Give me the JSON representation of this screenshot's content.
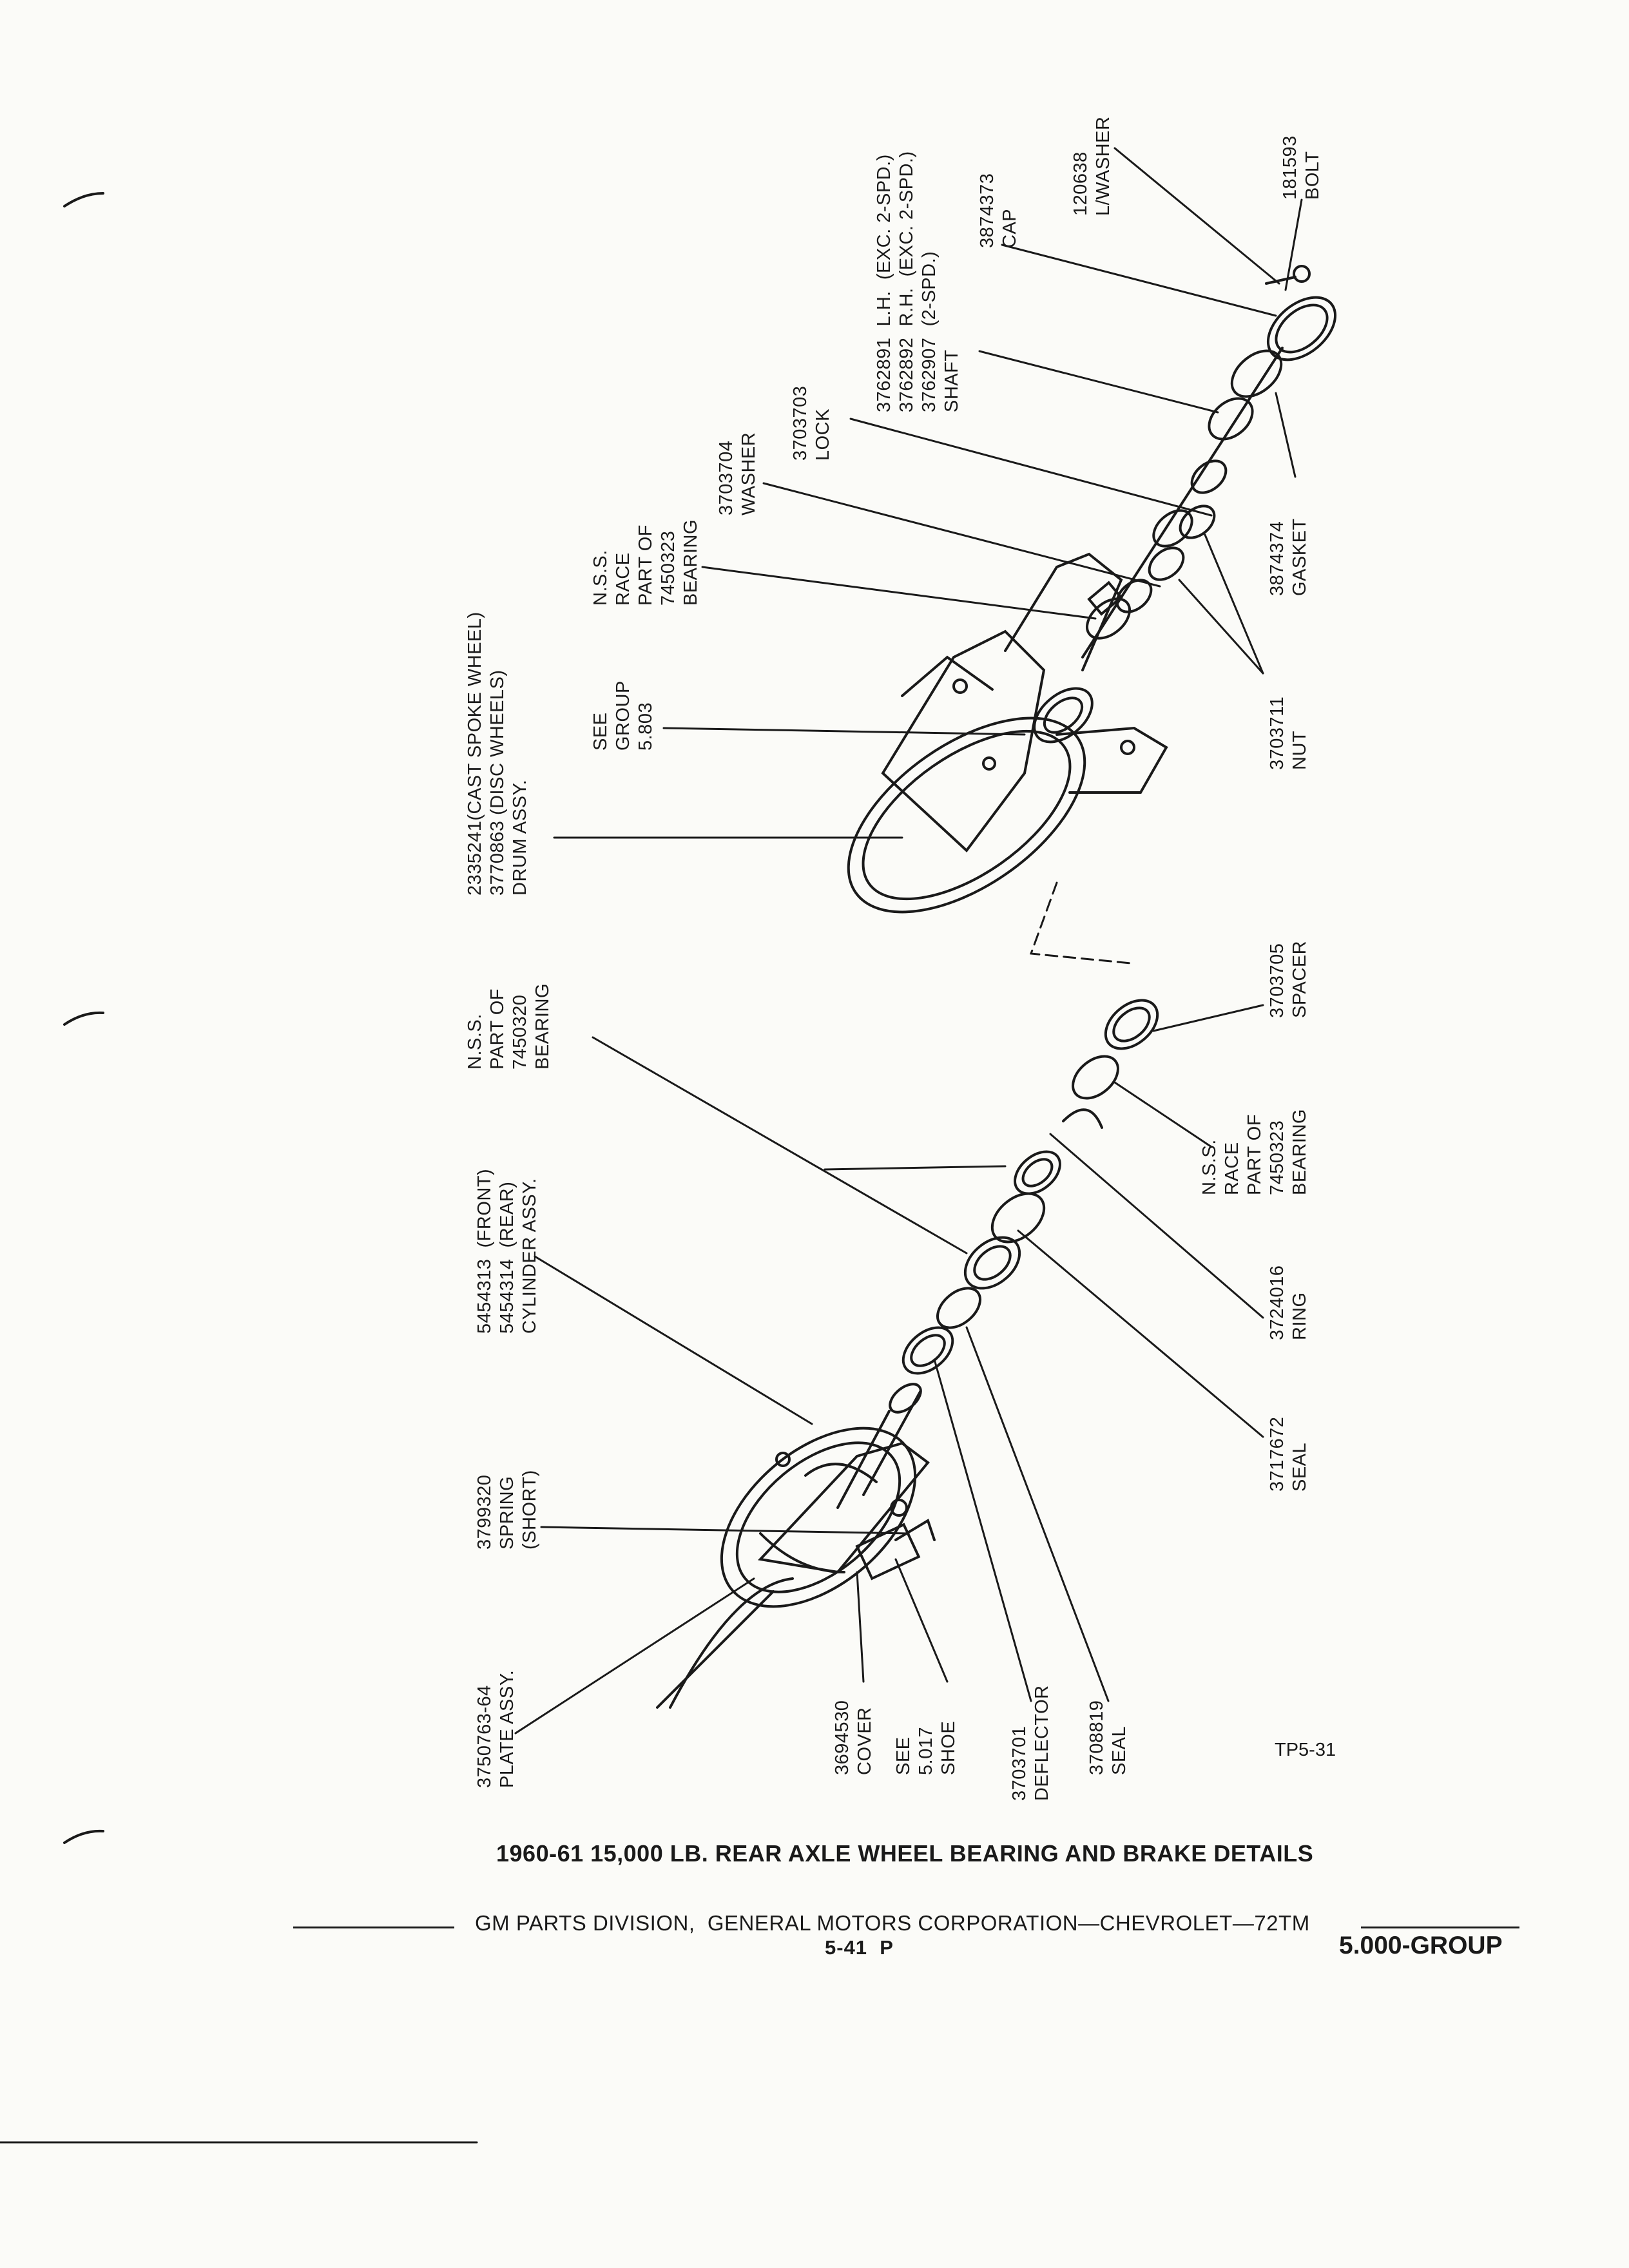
{
  "diagram": {
    "callouts": [
      {
        "id": "bolt",
        "lines": [
          "181593",
          "BOLT"
        ]
      },
      {
        "id": "lwasher",
        "lines": [
          "120638",
          "L/WASHER"
        ]
      },
      {
        "id": "cap",
        "lines": [
          "3874373",
          "CAP"
        ]
      },
      {
        "id": "shaft",
        "lines": [
          "3762891  L.H.  (EXC. 2-SPD.)",
          "3762892  R.H.  (EXC. 2-SPD.)",
          "3762907  (2-SPD.)",
          "SHAFT"
        ]
      },
      {
        "id": "lock",
        "lines": [
          "3703703",
          "LOCK"
        ]
      },
      {
        "id": "washer",
        "lines": [
          "3703704",
          "WASHER"
        ]
      },
      {
        "id": "race-upper",
        "lines": [
          "N.S.S.",
          "RACE",
          "PART OF",
          "7450323",
          "BEARING"
        ]
      },
      {
        "id": "see-group",
        "lines": [
          "SEE",
          "GROUP",
          "5.803"
        ]
      },
      {
        "id": "drum",
        "lines": [
          "2335241(CAST SPOKE WHEEL)",
          "3770863 (DISC WHEELS)",
          "DRUM ASSY."
        ]
      },
      {
        "id": "gasket",
        "lines": [
          "3874374",
          "GASKET"
        ]
      },
      {
        "id": "nut",
        "lines": [
          "3703711",
          "NUT"
        ]
      },
      {
        "id": "spacer",
        "lines": [
          "3703705",
          "SPACER"
        ]
      },
      {
        "id": "bearing-cone",
        "lines": [
          "N.S.S.",
          "PART OF",
          "7450320",
          "BEARING"
        ]
      },
      {
        "id": "race-lower",
        "lines": [
          "N.S.S.",
          "RACE",
          "PART OF",
          "7450323",
          "BEARING"
        ]
      },
      {
        "id": "cylinder",
        "lines": [
          "5454313  (FRONT)",
          "5454314  (REAR)",
          "CYLINDER ASSY."
        ]
      },
      {
        "id": "ring",
        "lines": [
          "3724016",
          "RING"
        ]
      },
      {
        "id": "seal-3717672",
        "lines": [
          "3717672",
          "SEAL"
        ]
      },
      {
        "id": "spring",
        "lines": [
          "3799320",
          "SPRING",
          "(SHORT)"
        ]
      },
      {
        "id": "plate",
        "lines": [
          "3750763-64",
          "PLATE ASSY."
        ]
      },
      {
        "id": "cover",
        "lines": [
          "3694530",
          "COVER"
        ]
      },
      {
        "id": "shoe",
        "lines": [
          "SEE",
          "5.017",
          "SHOE"
        ]
      },
      {
        "id": "deflector",
        "lines": [
          "3703701",
          "DEFLECTOR"
        ]
      },
      {
        "id": "seal-3708819",
        "lines": [
          "3708819",
          "SEAL"
        ]
      }
    ],
    "figure_code": "TP5-31",
    "title": "1960-61 15,000 LB. REAR AXLE WHEEL BEARING AND BRAKE DETAILS"
  },
  "footer": {
    "publisher": "GM PARTS DIVISION,  GENERAL MOTORS CORPORATION—CHEVROLET—72TM",
    "page": "5-41  P",
    "group": "5.000-GROUP"
  }
}
